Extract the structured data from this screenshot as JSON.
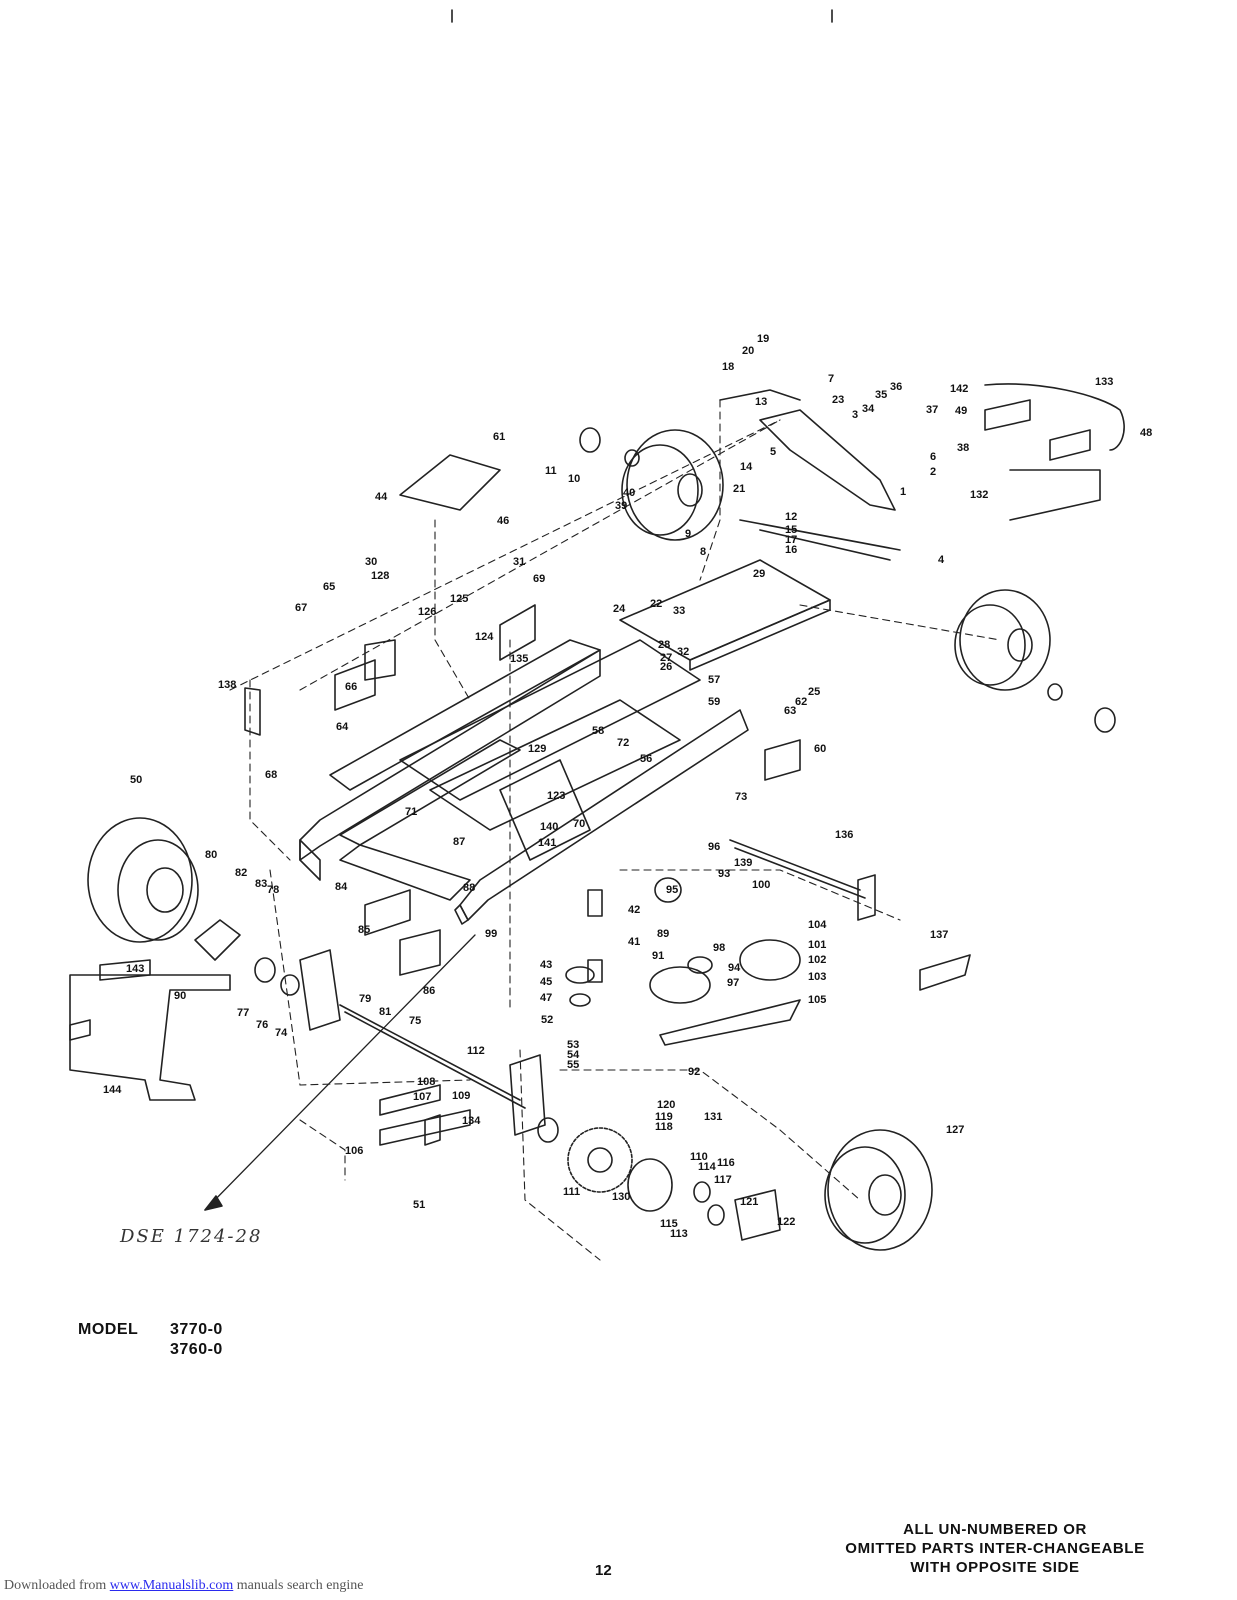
{
  "model": {
    "label": "MODEL",
    "numbers": [
      "3770-0",
      "3760-0"
    ]
  },
  "note": {
    "lines": [
      "ALL UN-NUMBERED OR",
      "OMITTED PARTS INTER-CHANGEABLE",
      "WITH OPPOSITE SIDE"
    ]
  },
  "page_number": "12",
  "footer": {
    "prefix": "Downloaded from ",
    "link_text": "www.Manualslib.com",
    "suffix": "  manuals search engine"
  },
  "handwritten_note": "DSE 1724-28",
  "part_labels": [
    "1",
    "2",
    "3",
    "4",
    "5",
    "6",
    "7",
    "8",
    "9",
    "10",
    "11",
    "12",
    "13",
    "14",
    "15",
    "16",
    "17",
    "18",
    "19",
    "20",
    "21",
    "22",
    "23",
    "24",
    "25",
    "26",
    "27",
    "28",
    "29",
    "30",
    "31",
    "32",
    "33",
    "34",
    "35",
    "36",
    "37",
    "38",
    "39",
    "40",
    "41",
    "42",
    "43",
    "44",
    "45",
    "46",
    "47",
    "48",
    "49",
    "50",
    "51",
    "52",
    "53",
    "54",
    "55",
    "56",
    "57",
    "58",
    "59",
    "60",
    "61",
    "62",
    "63",
    "64",
    "65",
    "66",
    "67",
    "68",
    "69",
    "70",
    "71",
    "72",
    "73",
    "74",
    "75",
    "76",
    "77",
    "78",
    "79",
    "80",
    "81",
    "82",
    "83",
    "84",
    "85",
    "86",
    "87",
    "88",
    "89",
    "90",
    "91",
    "92",
    "93",
    "94",
    "95",
    "96",
    "97",
    "98",
    "99",
    "100",
    "101",
    "102",
    "103",
    "104",
    "105",
    "106",
    "107",
    "108",
    "109",
    "110",
    "111",
    "112",
    "113",
    "114",
    "115",
    "116",
    "117",
    "118",
    "119",
    "120",
    "121",
    "122",
    "123",
    "124",
    "125",
    "126",
    "127",
    "128",
    "129",
    "130",
    "131",
    "132",
    "133",
    "134",
    "135",
    "136",
    "137",
    "138",
    "139",
    "140",
    "141",
    "142",
    "143",
    "144"
  ]
}
